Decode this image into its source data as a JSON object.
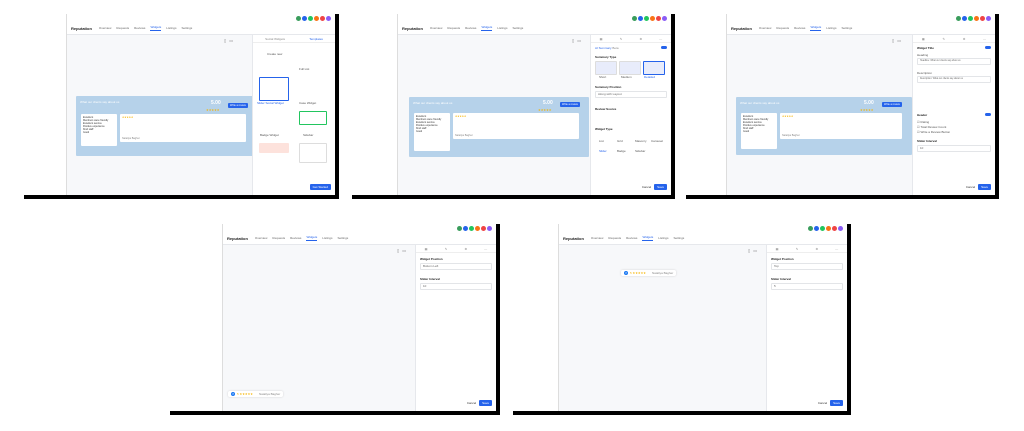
{
  "colors": {
    "accent": "#2563eb",
    "banner": "#b6d2ea",
    "star": "#f5b400",
    "facebook": "#1877f2"
  },
  "avatars": [
    {
      "color": "#3a9d5c",
      "icon": "user-icon"
    },
    {
      "color": "#2563eb",
      "icon": "user-icon"
    },
    {
      "color": "#22c55e",
      "icon": "user-icon"
    },
    {
      "color": "#f97316",
      "icon": "user-icon"
    },
    {
      "color": "#ef4444",
      "icon": "user-icon"
    },
    {
      "color": "#8b5cf6",
      "icon": "user-icon"
    }
  ],
  "nav": {
    "brand": "Reputation",
    "tabs": [
      "Overview",
      "Requests",
      "Reviews",
      "Widgets",
      "Listings",
      "Settings"
    ],
    "active": "Widgets"
  },
  "common": {
    "cancel": "Cancel",
    "save": "Save",
    "summary_title": "What our clients say about us",
    "score": "5.00",
    "stars": "★★★★★",
    "write_review": "Write a review",
    "stars_short": "5 ★★★★★",
    "reviewer": "Nataliya Bagher"
  },
  "shot1": {
    "tabs": [
      "Social Widgets",
      "Templates"
    ],
    "create_new": "Create new",
    "section_labels": [
      "Full List",
      "Case Widget",
      "Badge Widget",
      "Sidebar",
      "Carousel"
    ],
    "selected_template": "Slider Social Widget",
    "get_started": "Get Started",
    "summary_items": [
      "Excellent",
      "Members were friendly",
      "Excellent service",
      "Positive experience",
      "Kind staff",
      "Good"
    ]
  },
  "shot2": {
    "ai_summary": "AI Summary",
    "ai_summary_badge": "Beta",
    "summary_type": "Summary Type",
    "type_options": [
      "Short",
      "Medium",
      "Detailed"
    ],
    "summary_position": "Summary Position",
    "position_value": "Along with Layout",
    "review_source": "Review Source",
    "widget_type": "Widget Type",
    "widget_types": [
      "List",
      "Grid",
      "Masonry",
      "Carousel",
      "Slider",
      "Badge",
      "Sidebar"
    ]
  },
  "shot3": {
    "widget_title": "Widget Title",
    "heading": "Heading",
    "heading_value": "Headline: What our clients say about us",
    "description": "Description",
    "description_value": "Description: What our clients say about us",
    "header": "Header",
    "header_options": [
      "Rating",
      "Total Review Count",
      "Write a Review Button"
    ],
    "slider_interval": "Slider Interval",
    "slider_value": "10"
  },
  "shot4": {
    "widget_position": "Widget Position",
    "position_value": "Bottom Left",
    "slider_interval": "Slider Interval",
    "slider_value": "10"
  },
  "shot5": {
    "widget_position": "Widget Position",
    "position_value": "Top",
    "slider_interval": "Slider Interval",
    "slider_value": "5"
  }
}
